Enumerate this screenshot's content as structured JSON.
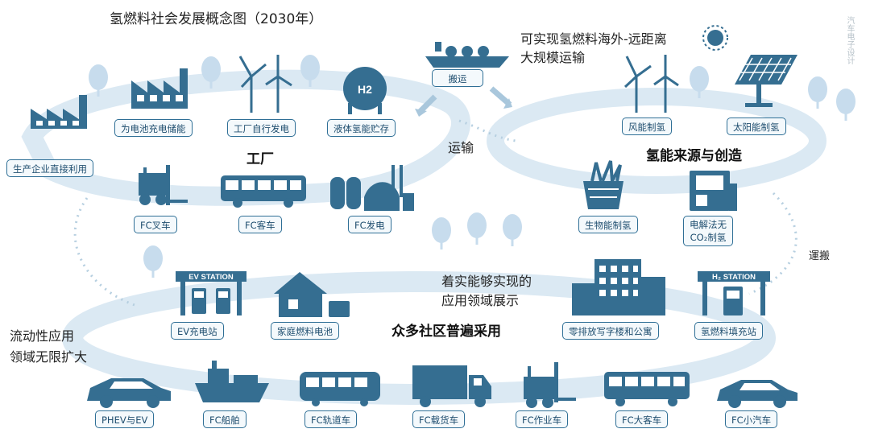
{
  "title": "氢燃料社会发展概念图（2030年）",
  "watermark": "汽车电子设计",
  "callouts": {
    "transport_far": "可实现氢燃料海外-远距离",
    "transport_far2": "大规模运输",
    "transport": "运输",
    "carry": "運搬",
    "showcase1": "着实能够实现的",
    "showcase2": "应用领域展示",
    "mobility1": "流动性应用",
    "mobility2": "领域无限扩大",
    "factory": "工厂",
    "source": "氢能来源与创造",
    "community": "众多社区普遍采用"
  },
  "labels": {
    "ship_transport": "搬运",
    "battery": "为电池充电储能",
    "self_power": "工厂自行发电",
    "liquid": "液体氢能贮存",
    "direct": "生产企业直接利用",
    "forklift": "FC叉车",
    "bus": "FC客车",
    "fc_power": "FC发电",
    "wind": "风能制氢",
    "solar": "太阳能制氢",
    "bio": "生物能制氢",
    "electro1": "电解法无",
    "electro2": "CO₂制氢",
    "ev_station": "EV充电站",
    "home_cell": "家庭燃料电池",
    "zero_bldg": "零排放写字楼和公寓",
    "h2_station": "氢燃料填充站",
    "phev": "PHEV与EV",
    "fc_ship": "FC船舶",
    "fc_rail": "FC轨道车",
    "fc_truck": "FC载货车",
    "fc_work": "FC作业车",
    "fc_bigbus": "FC大客车",
    "fc_car": "FC小汽车"
  },
  "icon_text": {
    "h2_tank": "H2",
    "ev_sign": "EV STATION",
    "h2_sign": "H₂ STATION"
  },
  "colors": {
    "primary": "#2f6f96",
    "icon": "#356e91",
    "ring": "#dbe9f3",
    "tree": "#c7dced",
    "text": "#1f4e6f"
  }
}
